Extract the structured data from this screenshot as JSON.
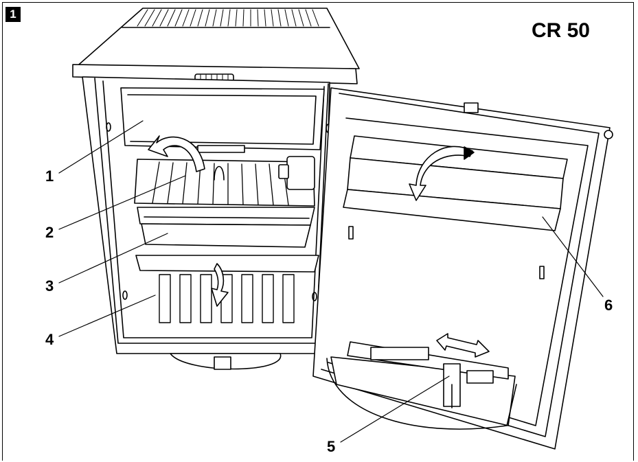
{
  "figure": {
    "number": "1",
    "model": "CR 50"
  },
  "callouts": [
    "1",
    "2",
    "3",
    "4",
    "5",
    "6"
  ]
}
